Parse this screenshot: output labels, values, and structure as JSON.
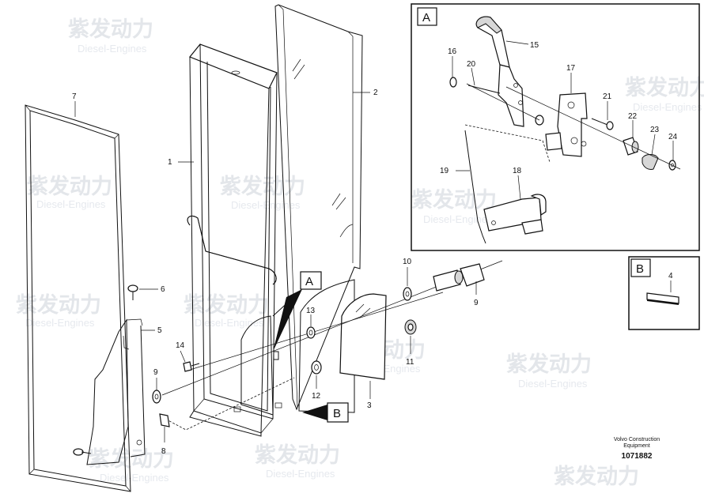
{
  "watermark": {
    "brand_cn": "紫发动力",
    "brand_en": "Diesel-Engines"
  },
  "detail_a": {
    "label": "A"
  },
  "detail_b": {
    "label": "B"
  },
  "callouts": {
    "main": [
      "1",
      "2",
      "3",
      "4",
      "5",
      "6",
      "7",
      "8",
      "9",
      "9",
      "10",
      "11",
      "12",
      "13",
      "14"
    ],
    "detail": [
      "15",
      "16",
      "17",
      "18",
      "19",
      "20",
      "21",
      "22",
      "23",
      "24"
    ]
  },
  "pointer_a": "A",
  "pointer_b": "B",
  "footer": {
    "company_line1": "Volvo Construction",
    "company_line2": "Equipment",
    "drawing_number": "1071882"
  }
}
